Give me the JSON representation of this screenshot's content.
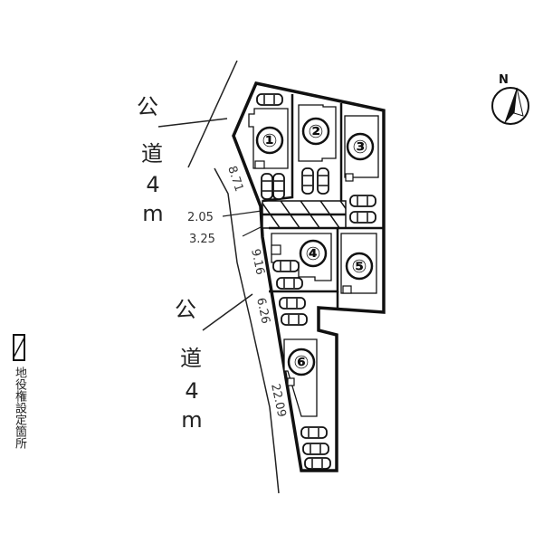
{
  "roads": [
    {
      "chars": [
        "公",
        "道",
        "4",
        "m"
      ]
    },
    {
      "chars": [
        "公",
        "道",
        "4",
        "m"
      ]
    }
  ],
  "dimensions": {
    "d1": "8.71",
    "d2": "2.05",
    "d3": "3.25",
    "d4": "9.16",
    "d5": "6.26",
    "d6": "22.09"
  },
  "lots": [
    "①",
    "②",
    "③",
    "④",
    "⑤",
    "⑥"
  ],
  "compass": {
    "label": "N"
  },
  "legend": {
    "label": "地役権設定箇所"
  },
  "colors": {
    "line": "#111111",
    "background": "#ffffff"
  }
}
